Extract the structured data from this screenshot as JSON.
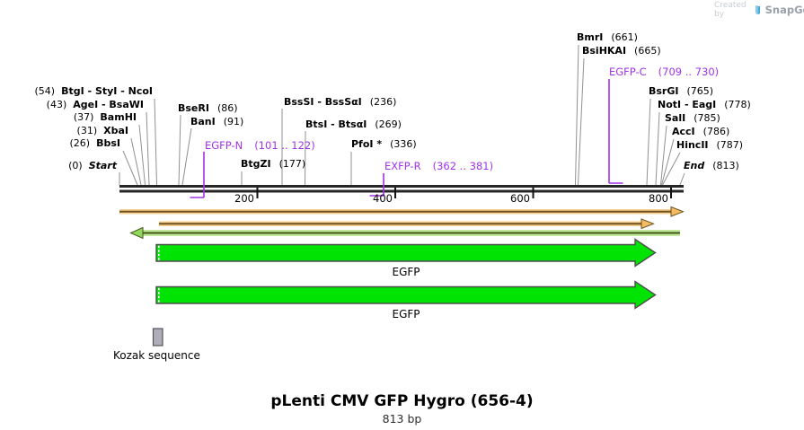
{
  "watermark": {
    "created_by": "Created by",
    "brand": "SnapGene"
  },
  "footer": {
    "title": "pLenti CMV GFP Hygro (656-4)",
    "length": "813 bp"
  },
  "ruler_ticks": [
    "200",
    "400",
    "600",
    "800"
  ],
  "sites_left": [
    {
      "coord": "(54)",
      "name": "BtgI - StyI - NcoI",
      "bp": 54
    },
    {
      "coord": "(43)",
      "name": "AgeI - BsaWI",
      "bp": 43
    },
    {
      "coord": "(37)",
      "name": "BamHI",
      "bp": 37
    },
    {
      "coord": "(31)",
      "name": "XbaI",
      "bp": 31
    },
    {
      "coord": "(26)",
      "name": "BbsI",
      "bp": 26
    },
    {
      "coord": "(0)",
      "name": "Start",
      "bp": 0
    }
  ],
  "sites_mid": [
    {
      "name": "BseRI",
      "coord": "(86)",
      "bp": 86
    },
    {
      "name": "BanI",
      "coord": "(91)",
      "bp": 91
    },
    {
      "name": "BtgZI",
      "coord": "(177)",
      "bp": 177
    },
    {
      "name": "BssSI - BssSαI",
      "coord": "(236)",
      "bp": 236
    },
    {
      "name": "BtsI - BtsαI",
      "coord": "(269)",
      "bp": 269
    },
    {
      "name": "PfoI *",
      "coord": "(336)",
      "bp": 336
    }
  ],
  "sites_right": [
    {
      "name": "BmrI",
      "coord": "(661)",
      "bp": 661
    },
    {
      "name": "BsiHKAI",
      "coord": "(665)",
      "bp": 665
    },
    {
      "name": "BsrGI",
      "coord": "(765)",
      "bp": 765
    },
    {
      "name": "NotI - EagI",
      "coord": "(778)",
      "bp": 778
    },
    {
      "name": "SalI",
      "coord": "(785)",
      "bp": 785
    },
    {
      "name": "AccI",
      "coord": "(786)",
      "bp": 786
    },
    {
      "name": "HincII",
      "coord": "(787)",
      "bp": 787
    },
    {
      "name": "End",
      "coord": "(813)",
      "bp": 813
    }
  ],
  "primers": [
    {
      "name": "EGFP-N",
      "range": "(101 .. 122)"
    },
    {
      "name": "EXFP-R",
      "range": "(362 .. 381)"
    },
    {
      "name": "EGFP-C",
      "range": "(709 .. 730)"
    }
  ],
  "features": [
    {
      "label": "EGFP"
    },
    {
      "label": "EGFP"
    },
    {
      "label": "Kozak sequence"
    }
  ],
  "colors": {
    "primer_purple": "#A133E6",
    "feature_green": "#00E303",
    "orf_orange_light": "#F7CE8F",
    "orf_orange_dark": "#6E531F",
    "orf_green_light": "#BFE996",
    "orf_green_dark": "#44551A",
    "kozak_gray": "#ADAEB6",
    "map_line": "#262626",
    "connector_gray": "#909090"
  }
}
